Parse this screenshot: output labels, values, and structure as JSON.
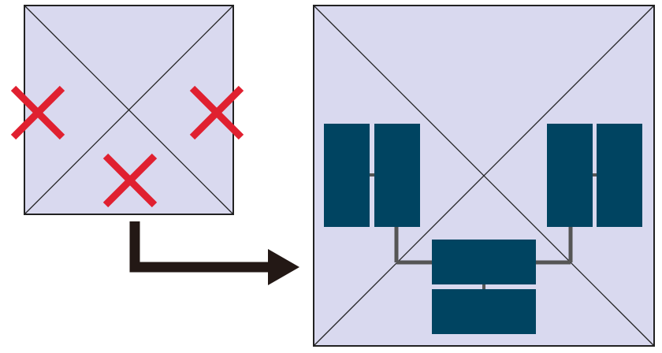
{
  "colors": {
    "background": "#ffffff",
    "box_fill": "#d9d9ef",
    "box_stroke": "#222222",
    "diagonal": "#222222",
    "cross": "#e02030",
    "arrow": "#231815",
    "panel": "#004461",
    "connector": "#555555"
  },
  "icons": {
    "cross": "cross-icon",
    "arrow": "arrow-right-icon"
  },
  "small_box": {
    "crosses": [
      "left",
      "bottom",
      "right"
    ]
  },
  "large_box": {
    "panel_groups": [
      "left",
      "right",
      "bottom"
    ]
  }
}
